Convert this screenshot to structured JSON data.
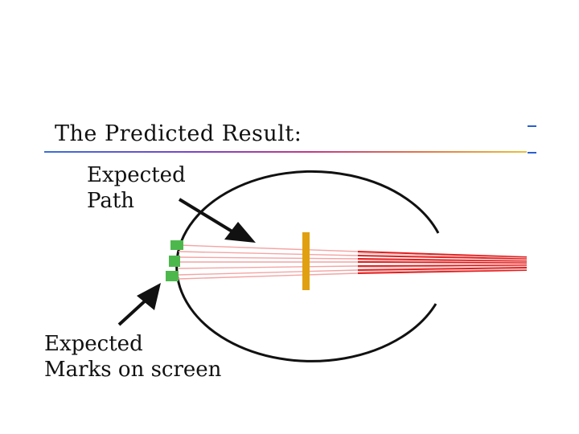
{
  "title": "The Predicted Result:",
  "labels": {
    "expected_path": [
      "Expected",
      "Path"
    ],
    "expected_marks": [
      "Expected",
      "Marks on screen"
    ]
  },
  "colors": {
    "beam": "#e02020",
    "beam_light": "#f4a0a0",
    "slit": "#e0a010",
    "marks": "#4cb84c",
    "outline": "#111111"
  },
  "icons": [
    "arrow-icon"
  ]
}
